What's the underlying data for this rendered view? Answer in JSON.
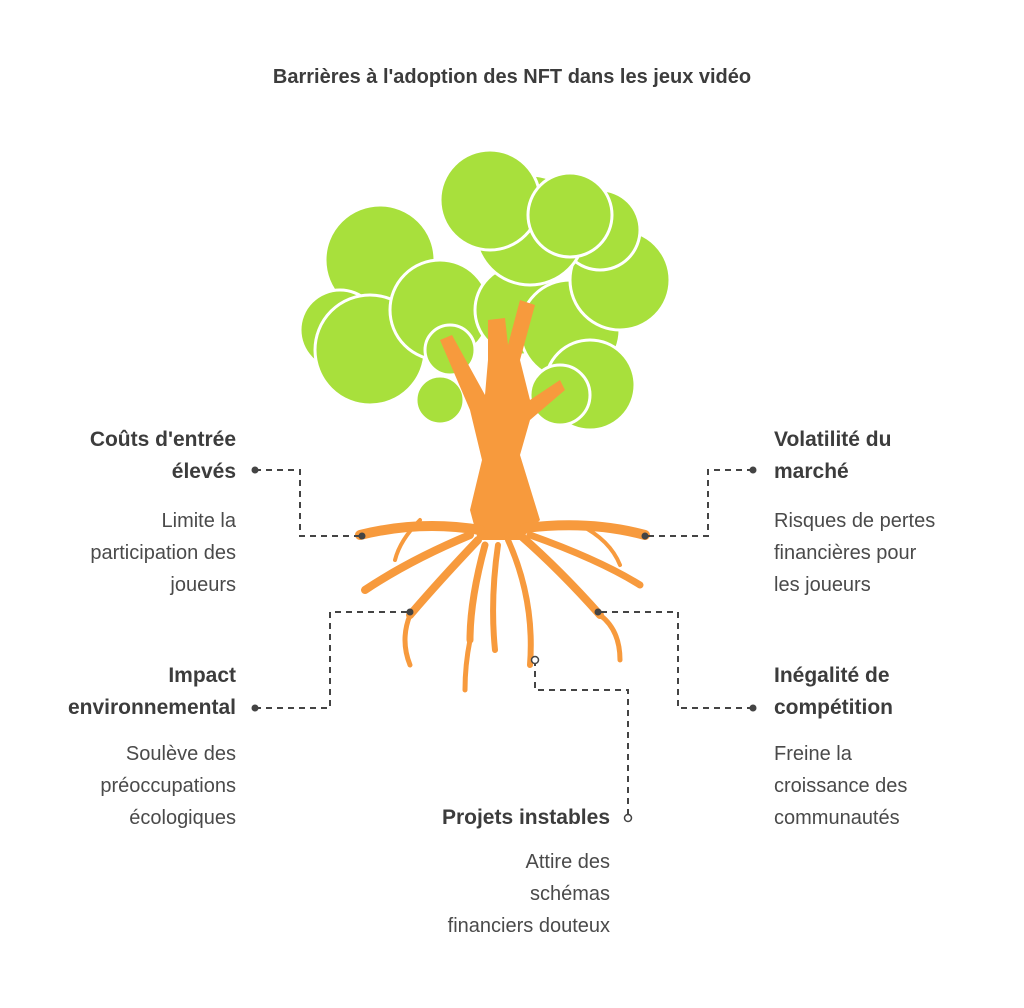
{
  "title": "Barrières à l'adoption des NFT dans les jeux vidéo",
  "items": [
    {
      "title": "Coûts d'entrée\nélevés",
      "description": "Limite la\nparticipation des\njoueurs"
    },
    {
      "title": "Impact\nenvironnemental",
      "description": "Soulève des\npréoccupations\nécologiques"
    },
    {
      "title": "Projets instables",
      "description": "Attire des\nschémas\nfinanciers douteux"
    },
    {
      "title": "Volatilité du\nmarché",
      "description": "Risques de pertes\nfinancières pour\nles joueurs"
    },
    {
      "title": "Inégalité de\ncompétition",
      "description": "Freine la\ncroissance des\ncommunautés"
    }
  ],
  "colors": {
    "foliage": "#a8e03c",
    "trunk": "#f79a3d",
    "connector": "#444444",
    "text": "#3c3c3c"
  },
  "icons": [
    "tree-illustration"
  ]
}
